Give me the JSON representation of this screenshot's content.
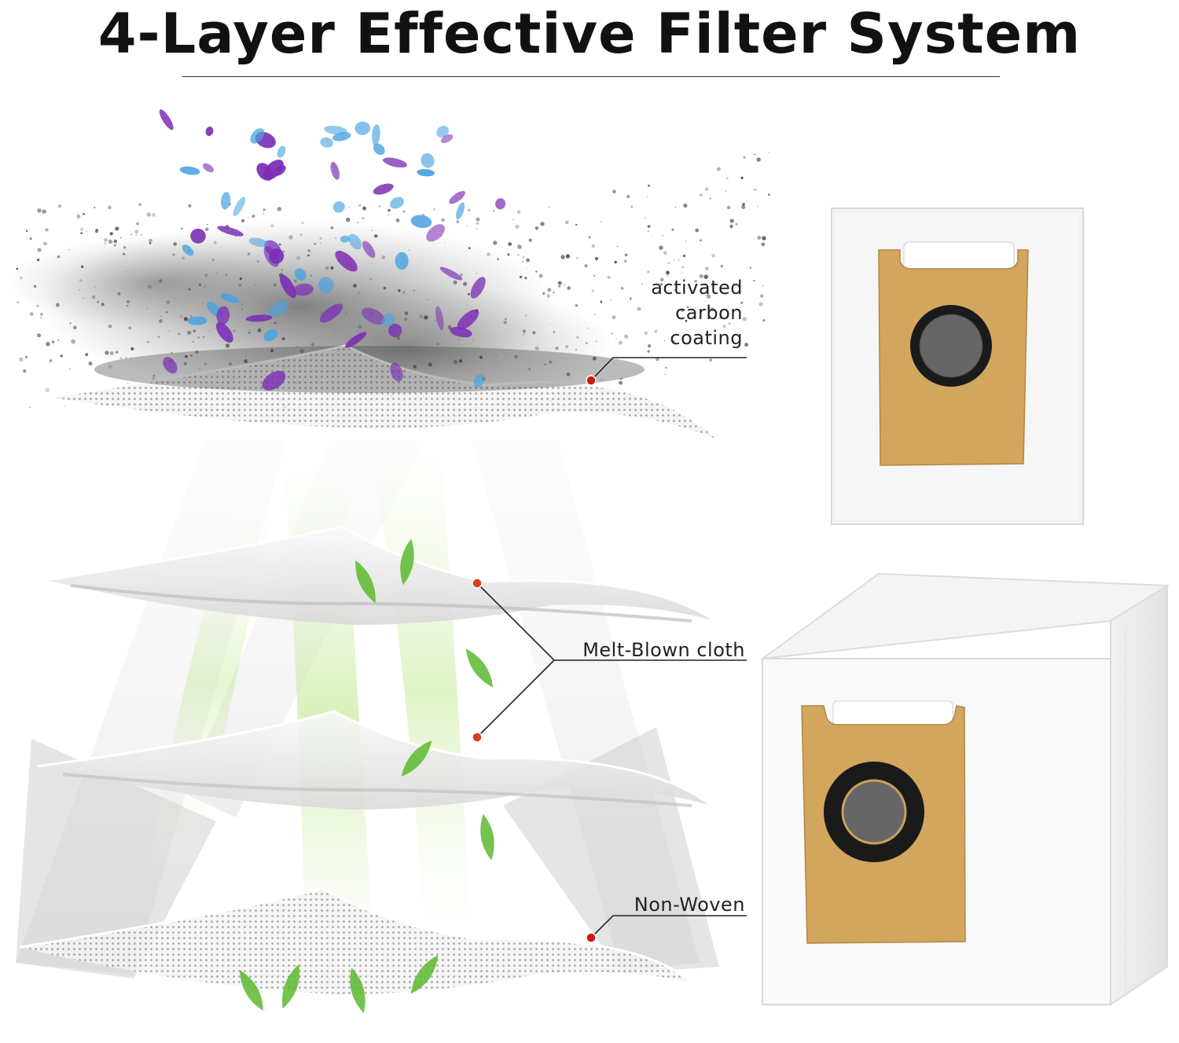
{
  "heading": {
    "title": "4-Layer Effective Filter System"
  },
  "layers": {
    "carbon_label_lines": [
      "activated",
      "carbon",
      "coating"
    ],
    "meltblown_label": "Melt-Blown cloth",
    "nonwoven_label": "Non-Woven"
  },
  "colors": {
    "title_text": "#111111",
    "callout_dot": "#cc1a12",
    "callout_line": "#222222",
    "cardboard": "#d2a65c",
    "filter_ring": "#1a1a1a",
    "filter_center": "#666666",
    "particle_purple": "#7b2fb5",
    "particle_blue": "#4aa3e0",
    "airflow_green": "#9bd65a",
    "leaf_green": "#5cb82e"
  }
}
